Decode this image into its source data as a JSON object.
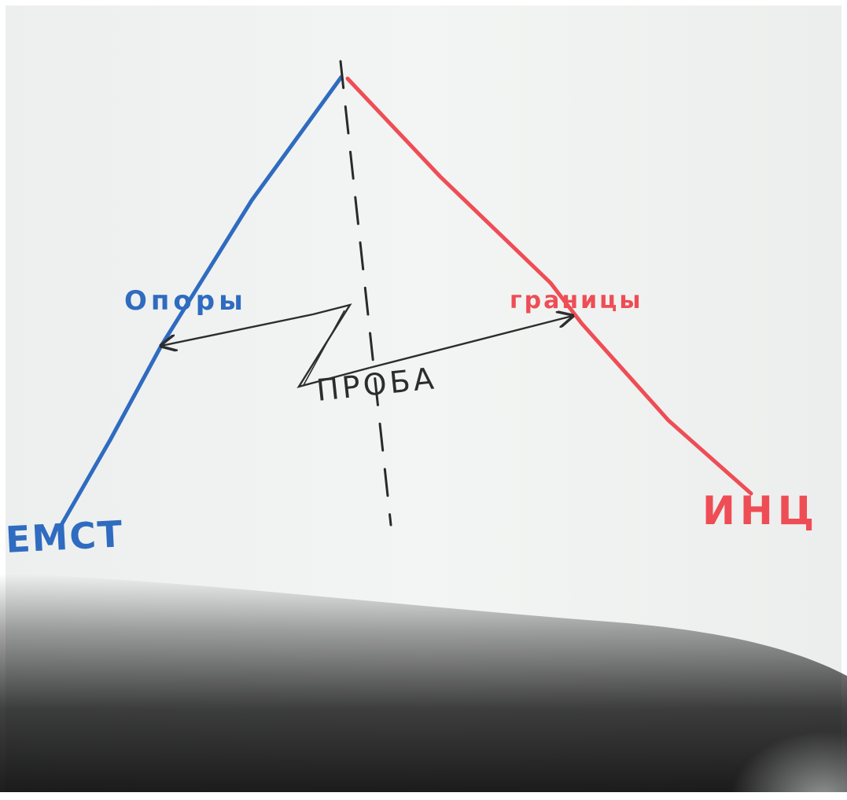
{
  "labels": {
    "supports": "Опоры",
    "boundaries": "границы",
    "probe": "ПРОБА",
    "bottom_left": "ЕМСТ",
    "bottom_right": "ИНЦ"
  },
  "colors": {
    "left_line": "#2f6bc0",
    "right_line": "#ef4d55",
    "ink": "#2d2d2d"
  }
}
